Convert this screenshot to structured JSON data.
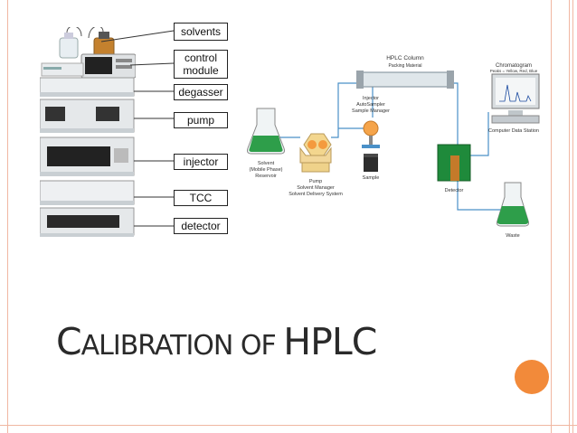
{
  "labels": {
    "solvents": "solvents",
    "control_module_line1": "control",
    "control_module_line2": "module",
    "degasser": "degasser",
    "pump": "pump",
    "injector": "injector",
    "tcc": "TCC",
    "detector": "detector"
  },
  "schematic": {
    "hplc_column": "HPLC Column",
    "packing_material": "Packing Material",
    "chromatogram": "Chromatogram",
    "chromatogram_note": "Peaks = Yellow, Red, Blue",
    "computer_station": "Computer Data Station",
    "injector_line1": "Injector",
    "injector_line2": "AutoSampler",
    "injector_line3": "Sample Manager",
    "sample": "Sample",
    "solvent_line1": "Solvent",
    "solvent_line2": "(Mobile Phase)",
    "solvent_line3": "Reservoir",
    "pump_line1": "Pump",
    "pump_line2": "Solvent Manager",
    "pump_line3": "Solvent Delivery System",
    "detector": "Detector",
    "waste": "Waste"
  },
  "title": {
    "c_cap": "C",
    "rest1": "ALIBRATION OF ",
    "h_cap": "HPLC"
  },
  "colors": {
    "accent_orange": "#f28a3a",
    "flask_green": "#2e9e4a",
    "detector_green": "#1f8a3b",
    "flow_blue": "#4a90c8",
    "frame_line": "#f0b7a2"
  }
}
